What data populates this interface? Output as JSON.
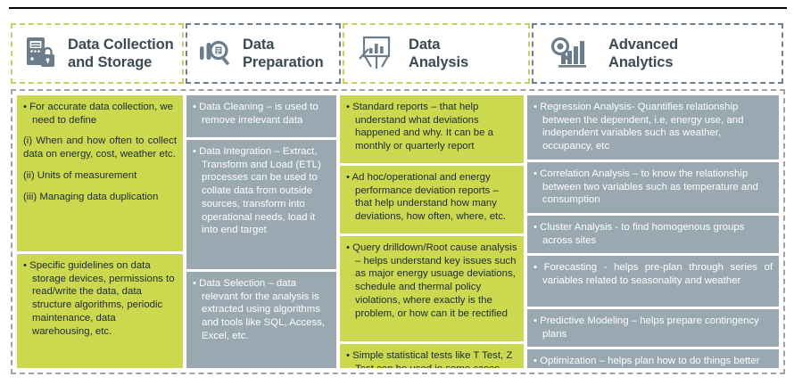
{
  "headers": [
    {
      "icon": "server-lock-icon",
      "title": "Data Collection\nand Storage",
      "border_color": "#c8cf5e"
    },
    {
      "icon": "bar-chart-magnifier-icon",
      "title": "Data\nPreparation",
      "border_color": "#6e7f8c"
    },
    {
      "icon": "easel-chart-icon",
      "title": "Data\nAnalysis",
      "border_color": "#c8cf5e"
    },
    {
      "icon": "magnifier-bars-icon",
      "title": "Advanced\nAnalytics",
      "border_color": "#6e7f8c"
    }
  ],
  "colors": {
    "green": "#ccd94f",
    "gray": "#9aa8b2",
    "icon": "#6b7d8a",
    "heading_text": "#3b4a53",
    "frame_dash": "#9aa3a9",
    "top_rule": "#000000"
  },
  "columns": [
    {
      "name": "data-collection-and-storage",
      "blocks": [
        {
          "style": "green",
          "paragraphs": [
            {
              "type": "bullet",
              "text": "For accurate data collection, we need to define"
            },
            {
              "type": "plain",
              "text": "(i) When and how often to collect data on energy, cost, weather etc."
            },
            {
              "type": "plain",
              "text": "(ii) Units of measurement"
            },
            {
              "type": "plain",
              "text": "(iii) Managing data duplication"
            }
          ]
        },
        {
          "style": "green",
          "paragraphs": [
            {
              "type": "bullet",
              "text": "Specific guidelines on data storage devices, permissions to read/write the data, data structure algorithms, periodic maintenance, data warehousing, etc."
            }
          ]
        }
      ]
    },
    {
      "name": "data-preparation",
      "blocks": [
        {
          "style": "gray",
          "paragraphs": [
            {
              "type": "bullet",
              "text": "Data Cleaning – is used to remove irrelevant data"
            }
          ]
        },
        {
          "style": "gray",
          "paragraphs": [
            {
              "type": "bullet",
              "text": "Data Integration – Extract, Transform and Load (ETL) processes can be used to collate data from outside sources, transform into operational needs, load it into end target"
            }
          ]
        },
        {
          "style": "gray",
          "paragraphs": [
            {
              "type": "bullet",
              "text": "Data Selection – data relevant for the analysis is extracted using algorithms and tools like SQL, Access, Excel, etc."
            }
          ]
        }
      ]
    },
    {
      "name": "data-analysis",
      "blocks": [
        {
          "style": "green",
          "paragraphs": [
            {
              "type": "bullet",
              "text": "Standard reports – that help understand what deviations happened and why. It can be a monthly or quarterly report"
            }
          ]
        },
        {
          "style": "green",
          "paragraphs": [
            {
              "type": "bullet",
              "text": "Ad hoc/operational and energy performance deviation reports – that help understand how many deviations, how often, where, etc."
            }
          ]
        },
        {
          "style": "green",
          "paragraphs": [
            {
              "type": "bullet",
              "text": "Query drilldown/Root cause analysis – helps understand key issues such as major energy usuage deviations, schedule and thermal policy violations, where exactly is the problem, or how can it be rectified"
            }
          ]
        },
        {
          "style": "green",
          "paragraphs": [
            {
              "type": "bullet",
              "text": "Simple  statistical tests like T Test, Z Test can be used in some cases"
            }
          ]
        }
      ]
    },
    {
      "name": "advanced-analytics",
      "blocks": [
        {
          "style": "gray",
          "paragraphs": [
            {
              "type": "bullet",
              "text": "Regression Analysis- Quantifies  relationship between the dependent, i.e, energy use, and independent variables such as weather, occupancy, etc"
            }
          ]
        },
        {
          "style": "gray",
          "paragraphs": [
            {
              "type": "bullet",
              "text": "Correlation Analysis – to know the relationship between two variables such as temperature and consumption"
            }
          ]
        },
        {
          "style": "gray",
          "paragraphs": [
            {
              "type": "bullet",
              "text": "Cluster Analysis - to find homogenous groups across sites"
            }
          ]
        },
        {
          "style": "gray",
          "paragraphs": [
            {
              "type": "bullet",
              "justify": true,
              "text": "Forecasting  -  helps  pre-plan  through series  of  variables  related  to  seasonality and weather"
            }
          ]
        },
        {
          "style": "gray",
          "paragraphs": [
            {
              "type": "bullet",
              "text": "Predictive Modeling – helps prepare contingency plans"
            }
          ]
        },
        {
          "style": "gray",
          "paragraphs": [
            {
              "type": "bullet",
              "justify": true,
              "text": "Optimization  –  helps  plan  how  to  do things better"
            }
          ]
        }
      ]
    }
  ]
}
